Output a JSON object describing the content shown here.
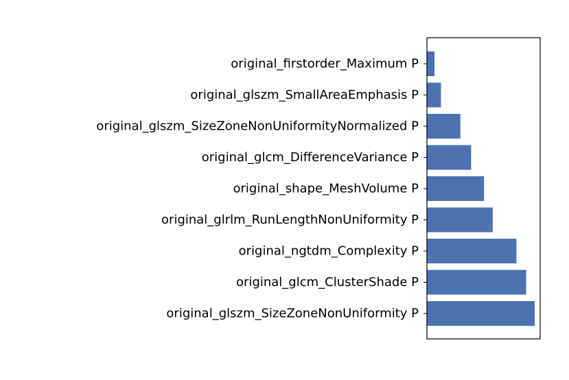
{
  "chart_data": {
    "type": "bar",
    "orientation": "horizontal",
    "categories": [
      "original_firstorder_Maximum P",
      "original_glszm_SmallAreaEmphasis P",
      "original_glszm_SizeZoneNonUniformityNormalized P",
      "original_glcm_DifferenceVariance P",
      "original_shape_MeshVolume P",
      "original_glrlm_RunLengthNonUniformity P",
      "original_ngtdm_Complexity P",
      "original_glcm_ClusterShade P",
      "original_glszm_SizeZoneNonUniformity P"
    ],
    "values": [
      0.07,
      0.13,
      0.31,
      0.41,
      0.53,
      0.61,
      0.83,
      0.92,
      1.0
    ],
    "title": "",
    "xlabel": "",
    "ylabel": "",
    "xlim": [
      0,
      1.05
    ],
    "x_tick_labels_shown": false,
    "grid": false,
    "bar_color": "#4c72b0"
  }
}
